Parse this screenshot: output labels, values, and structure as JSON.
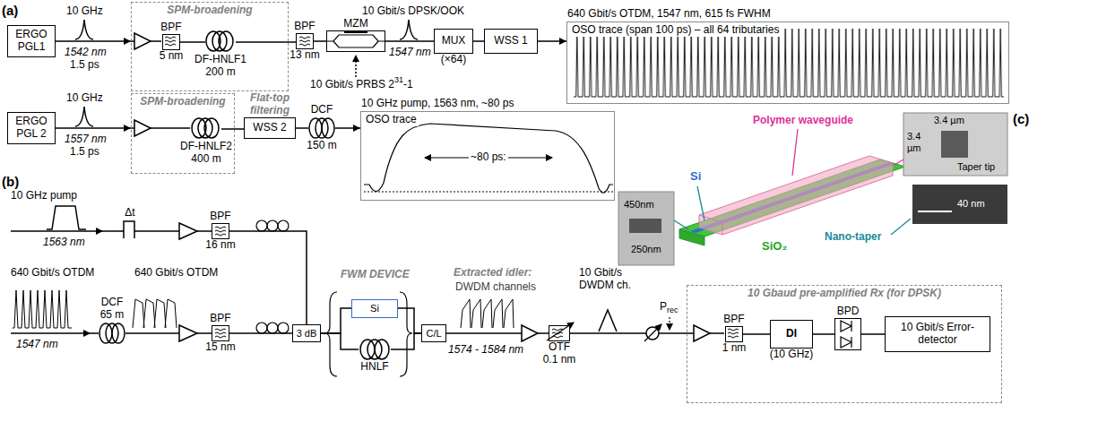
{
  "diagram": {
    "nodes": [
      {
        "text": [
          "ERGO PGL1"
        ]
      },
      {
        "text": [
          "SPM-broadening"
        ]
      },
      {
        "text": [
          "BPF",
          "5 nm"
        ],
        "in": 1
      },
      {
        "text": [
          "DF-HNLF1",
          "200 m"
        ],
        "in": 1
      },
      {
        "text": [
          "BPF",
          "13 nm"
        ]
      },
      {
        "text": [
          "MZM"
        ]
      },
      {
        "text": [
          "MUX",
          "(×64)"
        ]
      },
      {
        "text": [
          "WSS 1"
        ]
      },
      {
        "text": [
          "640 Gbit/s OTDM, 1547 nm, 615 fs FWHM",
          "OSO trace (span 100 ps) – all 64 tributaries"
        ]
      },
      {
        "text": [
          "ERGO PGL 2"
        ]
      },
      {
        "text": [
          "SPM-broadening"
        ]
      },
      {
        "text": [
          "DF-HNLF2",
          "400 m"
        ],
        "in": 10
      },
      {
        "text": [
          "Flat-top filtering",
          "WSS 2"
        ]
      },
      {
        "text": [
          "DCF",
          "150 m"
        ]
      },
      {
        "text": [
          "10 GHz pump, 1563 nm, ~80 ps",
          "OSO trace"
        ]
      },
      {
        "text": [
          "Δt"
        ]
      },
      {
        "text": [
          "BPF",
          "16 nm"
        ]
      },
      {
        "text": [
          "DCF",
          "65 m"
        ]
      },
      {
        "text": [
          "BPF",
          "15 nm"
        ]
      },
      {
        "text": [
          "3 dB"
        ]
      },
      {
        "text": [
          "Si"
        ]
      },
      {
        "text": [
          "HNLF"
        ]
      },
      {
        "text": [
          "C/L"
        ]
      },
      {
        "text": [
          "OTF",
          "0.1 nm"
        ]
      },
      {
        "text": [
          "10 Gbaud pre-amplified Rx (for DPSK)"
        ]
      },
      {
        "text": [
          "BPF",
          "1 nm"
        ],
        "in": 24
      },
      {
        "text": [
          "DI",
          "(10 GHz)"
        ],
        "in": 24
      },
      {
        "text": [
          "BPD"
        ],
        "in": 24
      },
      {
        "text": [
          "10 Gbit/s Error-detector"
        ],
        "in": 24
      }
    ],
    "edges": [
      {
        "from": 0,
        "to": 1,
        "arrow": "to"
      },
      {
        "from": 2,
        "to": 3,
        "arrow": "none"
      },
      {
        "from": 3,
        "to": 4,
        "arrow": "none"
      },
      {
        "from": 4,
        "to": 5,
        "arrow": "none"
      },
      {
        "from": 5,
        "to": 6,
        "arrow": "none"
      },
      {
        "from": 6,
        "to": 7,
        "arrow": "none"
      },
      {
        "from": 7,
        "to": 8,
        "arrow": "to"
      },
      {
        "from": 9,
        "to": 10,
        "arrow": "to"
      },
      {
        "from": 11,
        "to": 12,
        "arrow": "none"
      },
      {
        "from": 12,
        "to": 13,
        "arrow": "none"
      },
      {
        "from": 13,
        "to": 14,
        "arrow": "to"
      },
      {
        "from": 15,
        "to": 16,
        "arrow": "none"
      },
      {
        "from": 16,
        "to": 19,
        "arrow": "none"
      },
      {
        "from": 17,
        "to": 18,
        "arrow": "none"
      },
      {
        "from": 18,
        "to": 19,
        "arrow": "none"
      },
      {
        "from": 19,
        "to": 20,
        "arrow": "none"
      },
      {
        "from": 19,
        "to": 21,
        "arrow": "none"
      },
      {
        "from": 20,
        "to": 22,
        "arrow": "none"
      },
      {
        "from": 21,
        "to": 22,
        "arrow": "none"
      },
      {
        "from": 22,
        "to": 23,
        "arrow": "none"
      },
      {
        "from": 23,
        "to": 24,
        "arrow": "none"
      },
      {
        "from": 25,
        "to": 26,
        "arrow": "none"
      },
      {
        "from": 26,
        "to": 27,
        "arrow": "none"
      },
      {
        "from": 27,
        "to": 28,
        "arrow": "none"
      }
    ],
    "labels": [
      "(a)",
      "10 GHz",
      "1542 nm",
      "1.5 ps",
      "10 Gbit/s PRBS 2",
      "31",
      "-1",
      "10 Gbit/s DPSK/OOK",
      "1547 nm",
      "10 GHz",
      "1557 nm",
      "1.5 ps",
      "~80 ps:",
      "(c)",
      "Polymer waveguide",
      "3.4 µm",
      "3.4 µm",
      "Taper tip",
      "Si",
      "450nm",
      "250nm",
      "40 nm",
      "SiO₂",
      "Nano-taper",
      "(b)",
      "10 GHz pump",
      "1563 nm",
      "640 Gbit/s OTDM",
      "1547 nm",
      "640 Gbit/s OTDM",
      "FWM DEVICE",
      "Extracted idler:",
      "DWDM channels",
      "1574 - 1584 nm",
      "10 Gbit/s DWDM ch.",
      "P",
      "rec"
    ]
  }
}
